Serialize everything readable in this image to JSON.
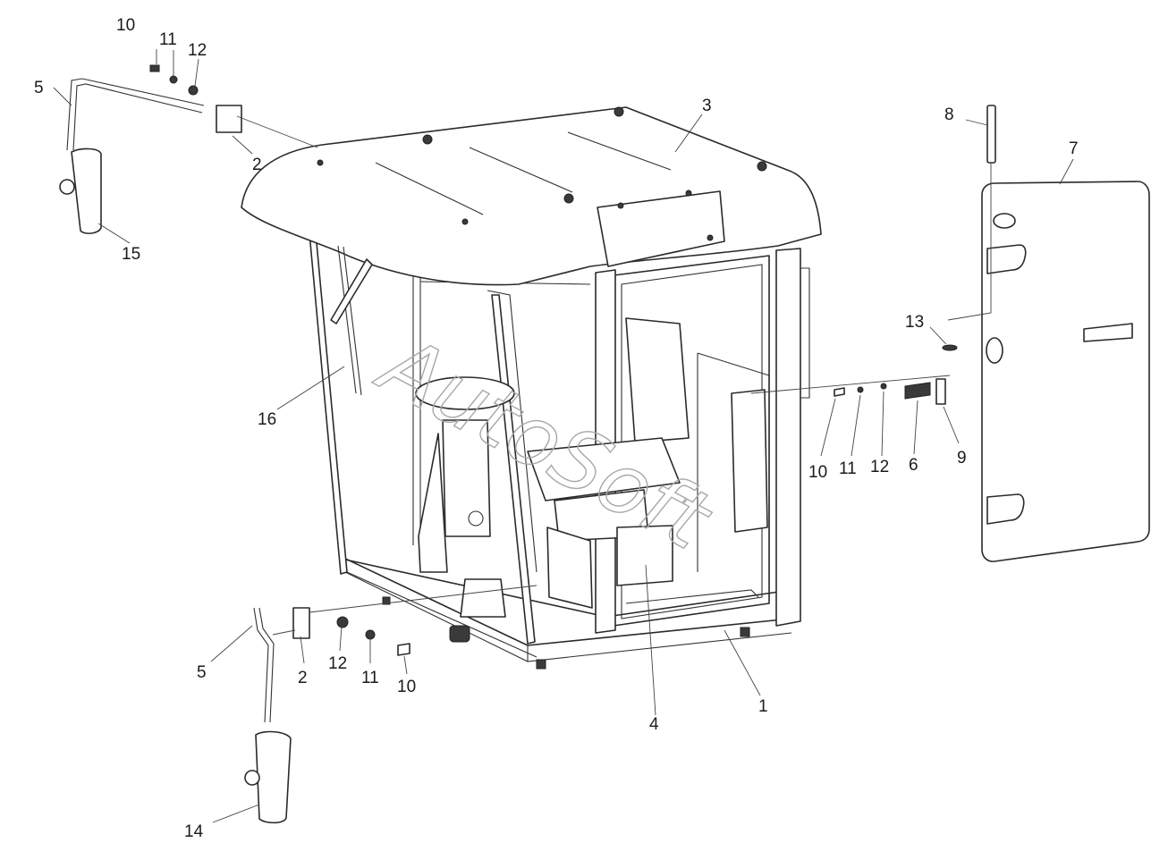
{
  "watermark": "AutoSoft",
  "labels": {
    "l10a": "10",
    "l11a": "11",
    "l12a": "12",
    "l5a": "5",
    "l2a": "2",
    "l15": "15",
    "l16": "16",
    "l3": "3",
    "l8": "8",
    "l7": "7",
    "l13": "13",
    "l10b": "10",
    "l11b": "11",
    "l12b": "12",
    "l6": "6",
    "l9": "9",
    "l5b": "5",
    "l2b": "2",
    "l12c": "12",
    "l11c": "11",
    "l10c": "10",
    "l4": "4",
    "l1": "1",
    "l14": "14"
  }
}
